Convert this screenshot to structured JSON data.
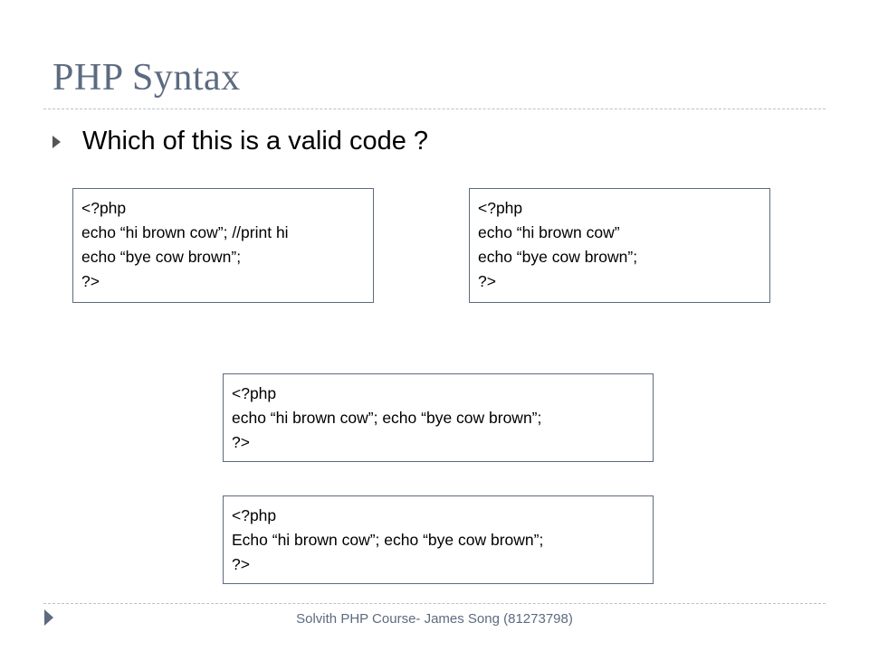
{
  "slide": {
    "title": "PHP Syntax",
    "bullet": "Which of this is a valid code ?",
    "code_blocks": [
      {
        "lines": [
          "<?php",
          "echo “hi brown cow”;  //print hi",
          "echo “bye cow brown”;",
          "?>"
        ]
      },
      {
        "lines": [
          "<?php",
          "echo “hi brown cow”",
          "echo “bye cow brown”;",
          "?>"
        ]
      },
      {
        "lines": [
          "<?php",
          "echo “hi brown cow”; echo “bye cow brown”;",
          "?>"
        ]
      },
      {
        "lines": [
          "<?php",
          "Echo “hi brown cow”; echo “bye cow brown”;",
          "?>"
        ]
      }
    ],
    "footer": "Solvith PHP Course- James Song (81273798)"
  },
  "colors": {
    "title": "#5d6b80",
    "rule": "#b7c2ce",
    "box_border": "#5d6b80",
    "bullet_icon": "#555555"
  },
  "icons": {
    "bullet": "triangle-bullet-icon",
    "footer": "triangle-footer-icon"
  }
}
